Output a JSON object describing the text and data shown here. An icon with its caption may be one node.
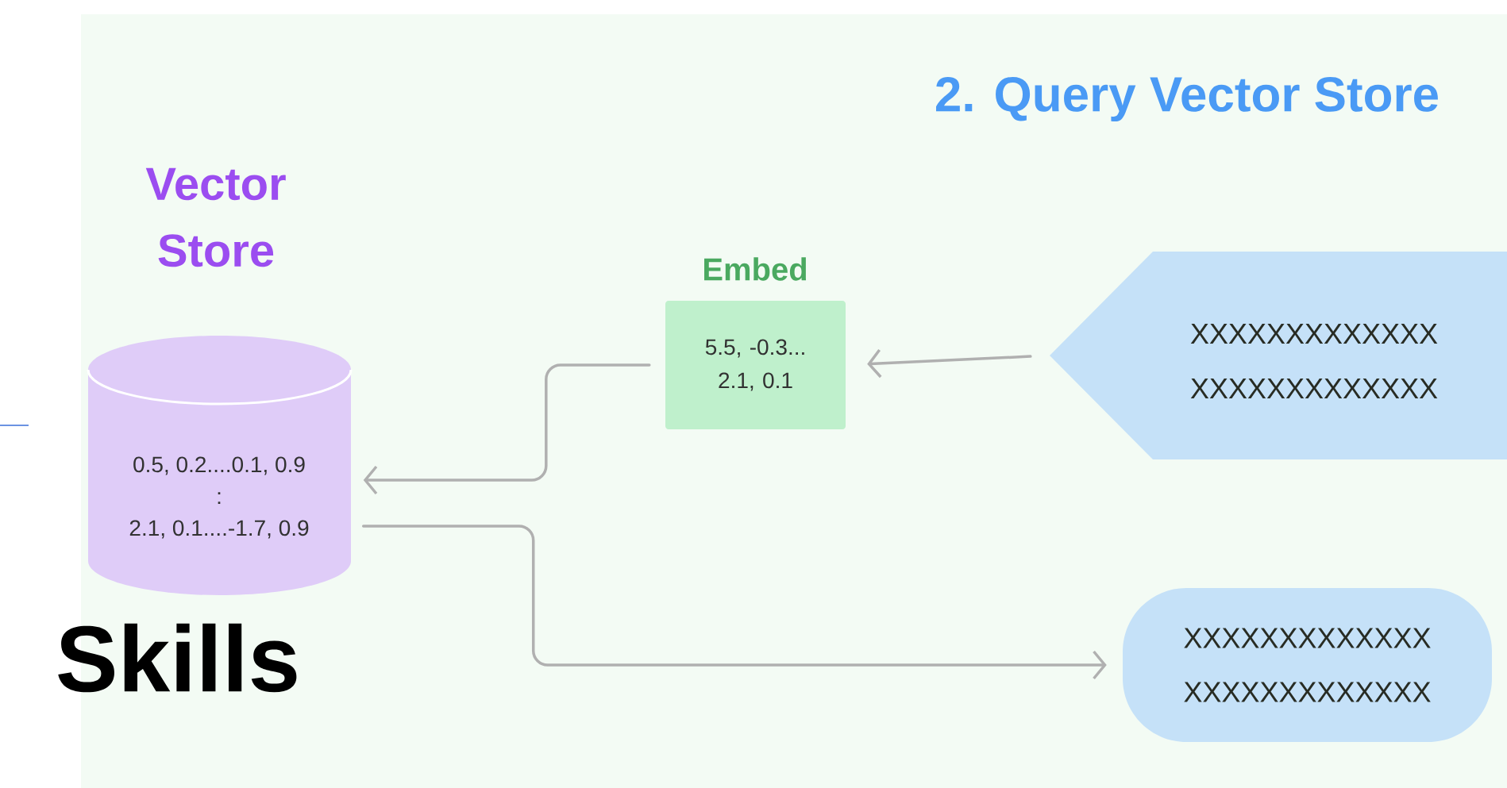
{
  "diagram": {
    "title": "2. Query Vector Store",
    "nodes": [
      {
        "text": [
          "Vector Store",
          "0.5, 0.2....0.1, 0.9",
          ":",
          "2.1, 0.1....-1.7, 0.9"
        ]
      },
      {
        "text": [
          "Embed",
          "5.5, -0.3... 2.1, 0.1"
        ]
      },
      {
        "text": [
          "XXXXXXXXXXXXX XXXXXXXXXXXXX"
        ]
      },
      {
        "text": [
          "XXXXXXXXXXXXX XXXXXXXXXXXXX"
        ]
      }
    ],
    "edges": [
      {
        "from": 2,
        "to": 1,
        "arrow": "to"
      },
      {
        "from": 1,
        "to": 0,
        "arrow": "to"
      },
      {
        "from": 0,
        "to": 3,
        "arrow": "to"
      }
    ],
    "labels": [
      "Skills"
    ]
  }
}
